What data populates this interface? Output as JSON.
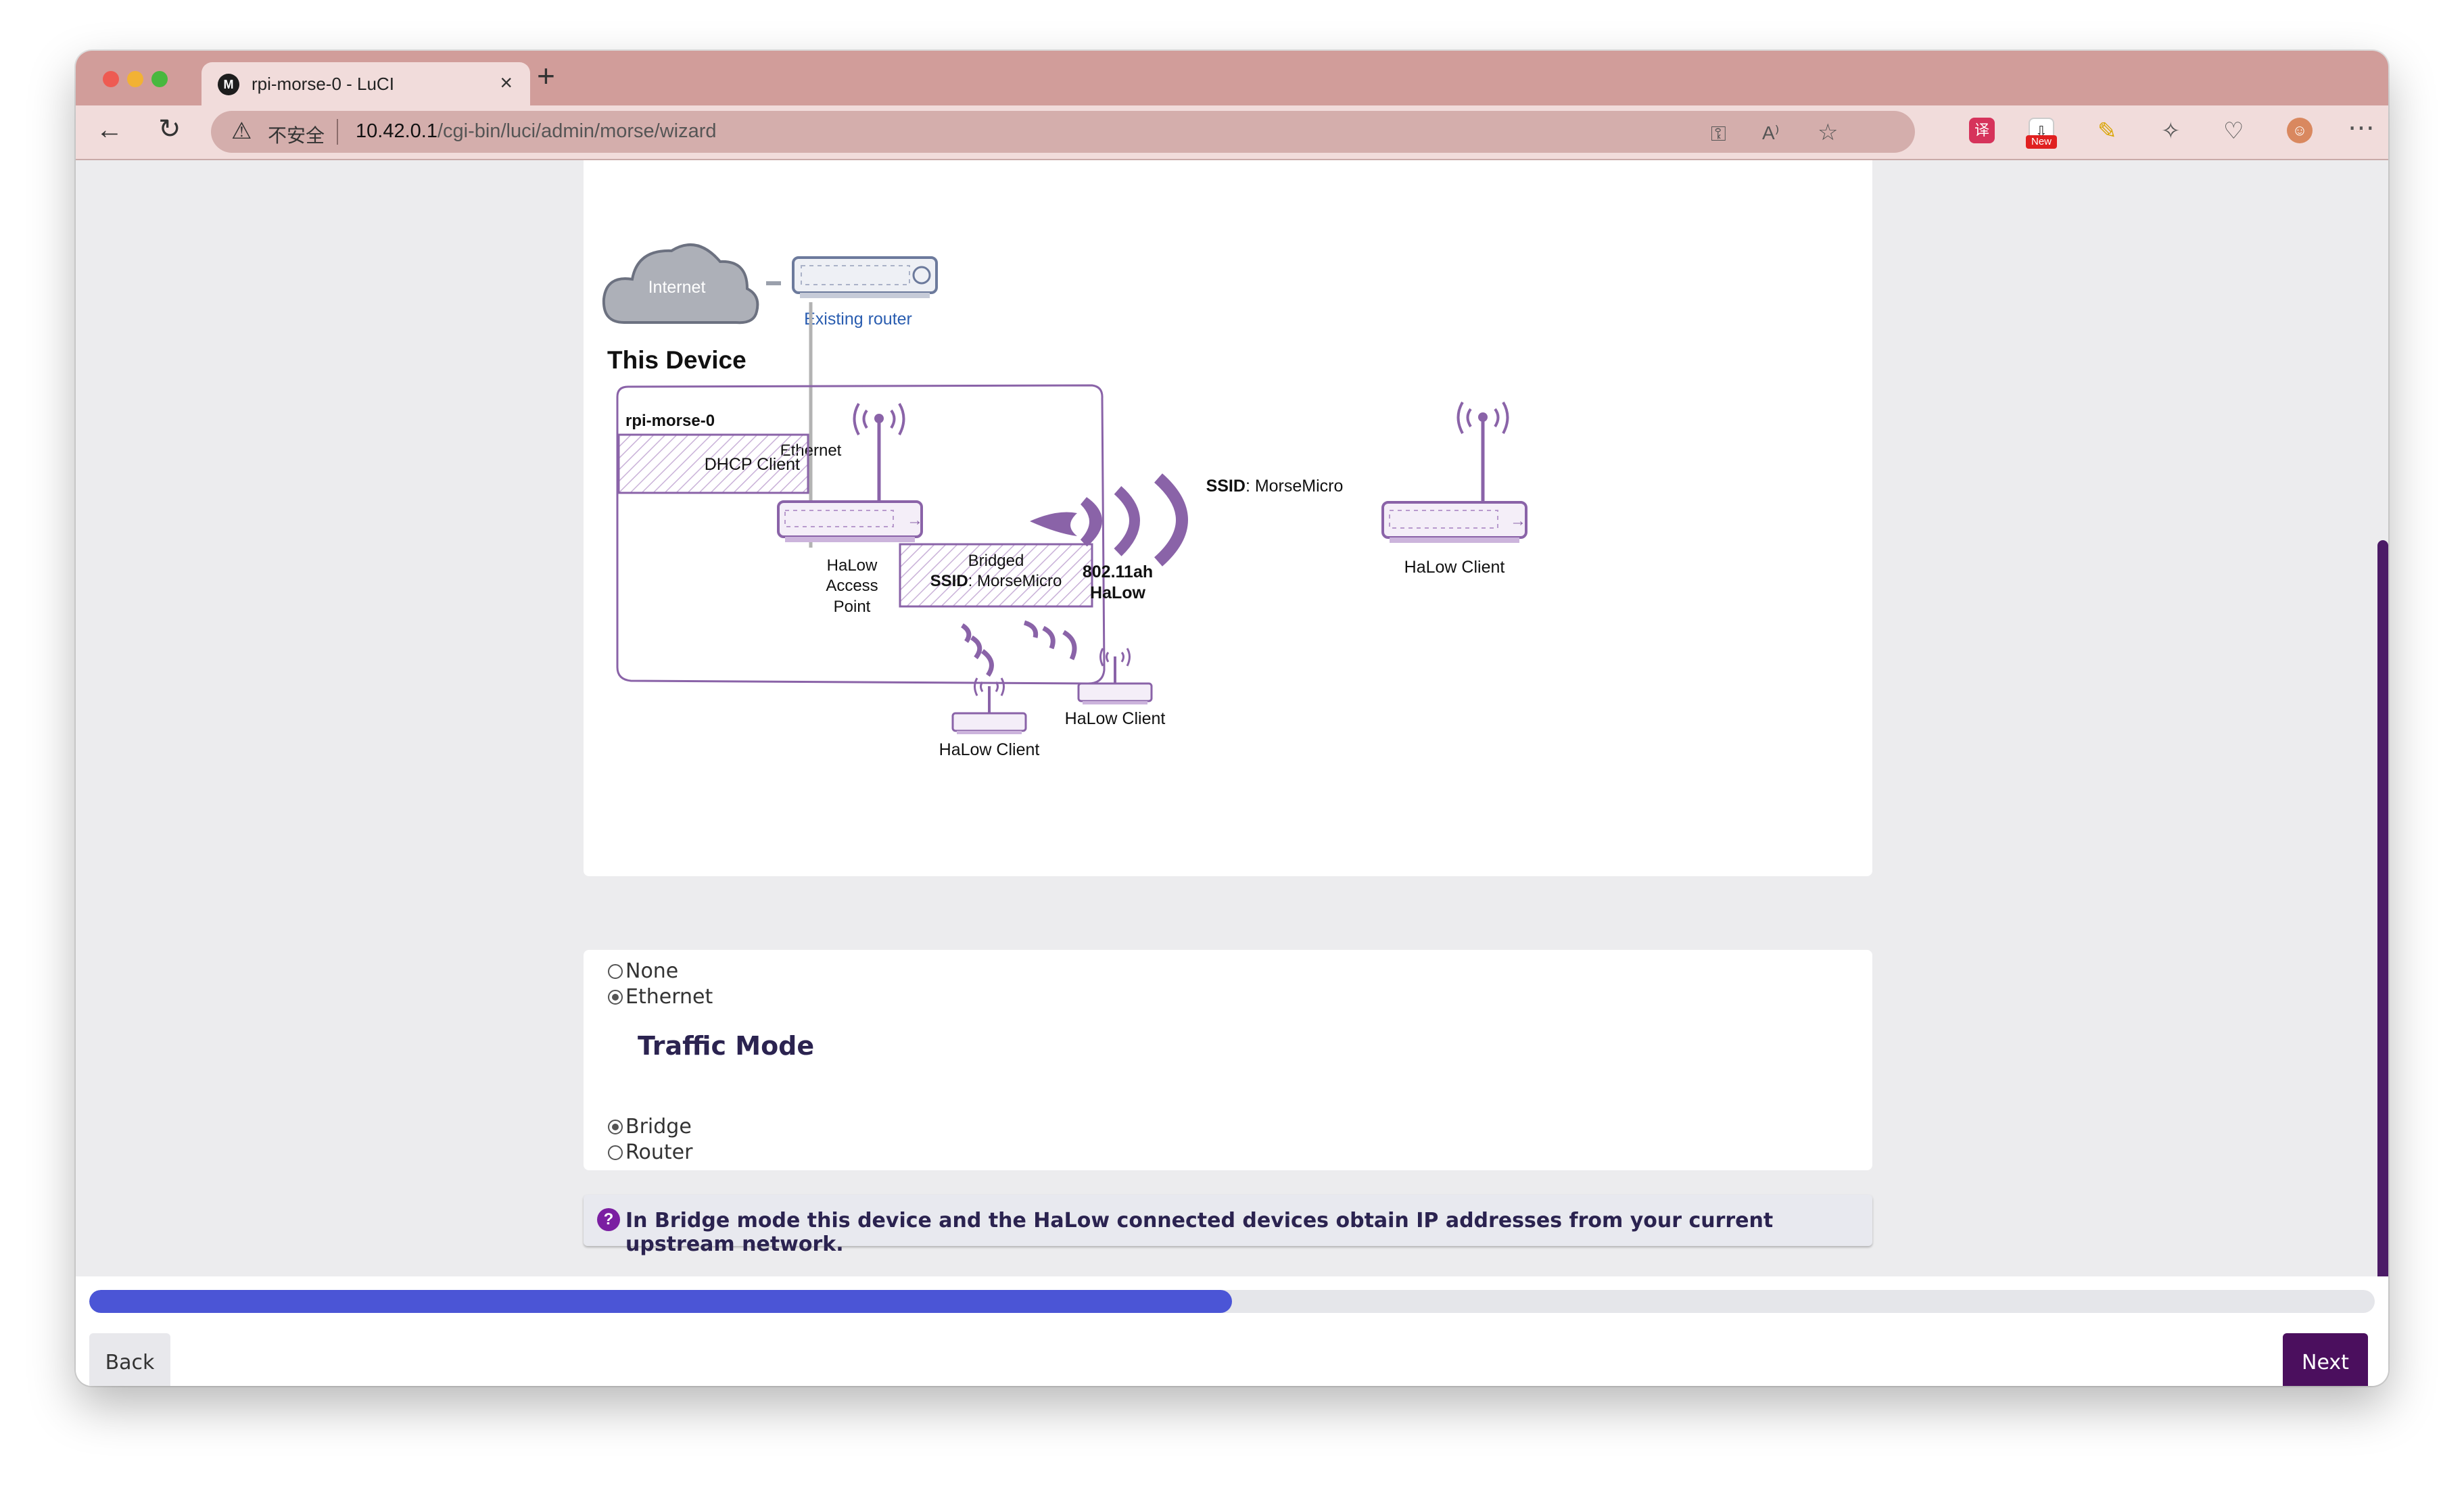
{
  "browser": {
    "tab_title": "rpi-morse-0 - LuCI",
    "tab_favicon_letter": "M",
    "security_label": "不安全",
    "url_host": "10.42.0.1",
    "url_path": "/cgi-bin/luci/admin/morse/wizard",
    "extension_badge": "New"
  },
  "diagram": {
    "internet_label": "Internet",
    "router_label": "Existing router",
    "section_title": "This Device",
    "device_name": "rpi-morse-0",
    "ethernet_label": "Ethernet",
    "dhcp_label": "DHCP Client",
    "ap_label_1": "HaLow",
    "ap_label_2": "Access",
    "ap_label_3": "Point",
    "bridged_label": "Bridged",
    "ssid_key": "SSID",
    "ssid_value": ": MorseMicro",
    "wave_label_1": "802.11ah",
    "wave_label_2": "HaLow",
    "remote_ssid_key": "SSID",
    "remote_ssid_value": ": MorseMicro",
    "client_label": "HaLow Client"
  },
  "uplink": {
    "options": [
      {
        "label": "None",
        "checked": false
      },
      {
        "label": "Ethernet",
        "checked": true
      }
    ]
  },
  "traffic_mode": {
    "heading": "Traffic Mode",
    "options": [
      {
        "label": "Bridge",
        "checked": true
      },
      {
        "label": "Router",
        "checked": false
      }
    ]
  },
  "info": {
    "icon": "question-icon",
    "message": "In Bridge mode this device and the HaLow connected devices obtain IP addresses from your current upstream network."
  },
  "wizard": {
    "progress_fraction": 0.5,
    "back_label": "Back",
    "next_label": "Next"
  },
  "colors": {
    "accent": "#4b0f5e",
    "progress": "#4b55d6",
    "diagram_purple": "#8a63a8",
    "tab_strip": "#d19d9a"
  }
}
